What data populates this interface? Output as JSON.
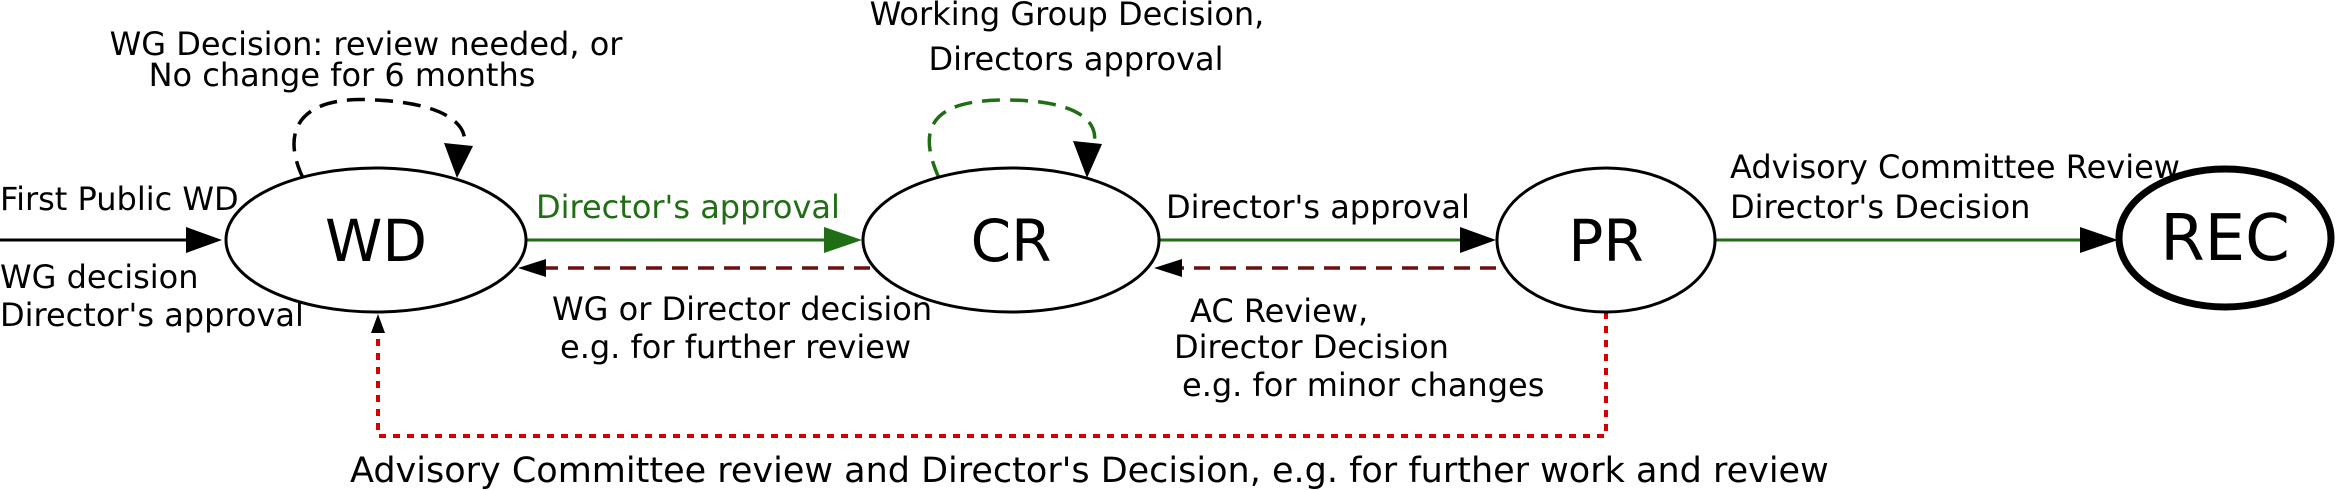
{
  "colors": {
    "black": "#000000",
    "green": "#1f6e14",
    "dark_red": "#6b0f0f",
    "red": "#d40000"
  },
  "nodes": {
    "wd": "WD",
    "cr": "CR",
    "pr": "PR",
    "rec": "REC"
  },
  "labels": {
    "first_public_wd": "First Public WD",
    "wg_decision_line1": "WG decision",
    "wg_decision_line2": "Director's approval",
    "wd_loop_line1": "WG Decision: review needed, or",
    "wd_loop_line2": "No change for 6 months",
    "cr_loop_line1": "Working Group Decision,",
    "cr_loop_line2": "Directors approval",
    "wd_to_cr": "Director's approval",
    "cr_to_wd_line1": "WG or Director decision",
    "cr_to_wd_line2": "e.g. for further review",
    "cr_to_pr": "Director's approval",
    "pr_to_cr_line1": "AC Review,",
    "pr_to_cr_line2": "Director Decision",
    "pr_to_cr_line3": "e.g. for minor changes",
    "pr_to_rec_line1": "Advisory Committee Review",
    "pr_to_rec_line2": "Director's Decision",
    "pr_to_wd": "Advisory Committee review and Director's Decision, e.g. for further work and review"
  }
}
